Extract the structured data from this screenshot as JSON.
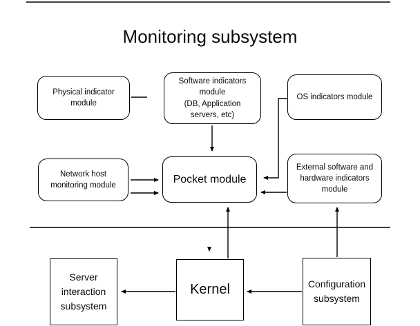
{
  "diagram": {
    "title": "Monitoring subsystem",
    "nodes": {
      "physical_indicator": {
        "label": "Physical indicator\nmodule"
      },
      "software_indicators": {
        "label": "Software indicators\nmodule\n(DB, Application\nservers, etc)"
      },
      "os_indicators": {
        "label": "OS indicators module"
      },
      "network_host": {
        "label": "Network host\nmonitoring module"
      },
      "pocket": {
        "label": "Pocket module"
      },
      "external_indicators": {
        "label": "External software and\nhardware indicators\nmodule"
      },
      "server_interaction": {
        "label": "Server\ninteraction\nsubsystem"
      },
      "kernel": {
        "label": "Kernel"
      },
      "configuration": {
        "label": "Configuration\nsubsystem"
      }
    },
    "colors": {
      "line": "#000000",
      "background": "#ffffff",
      "text": "#0a0a0a"
    }
  }
}
